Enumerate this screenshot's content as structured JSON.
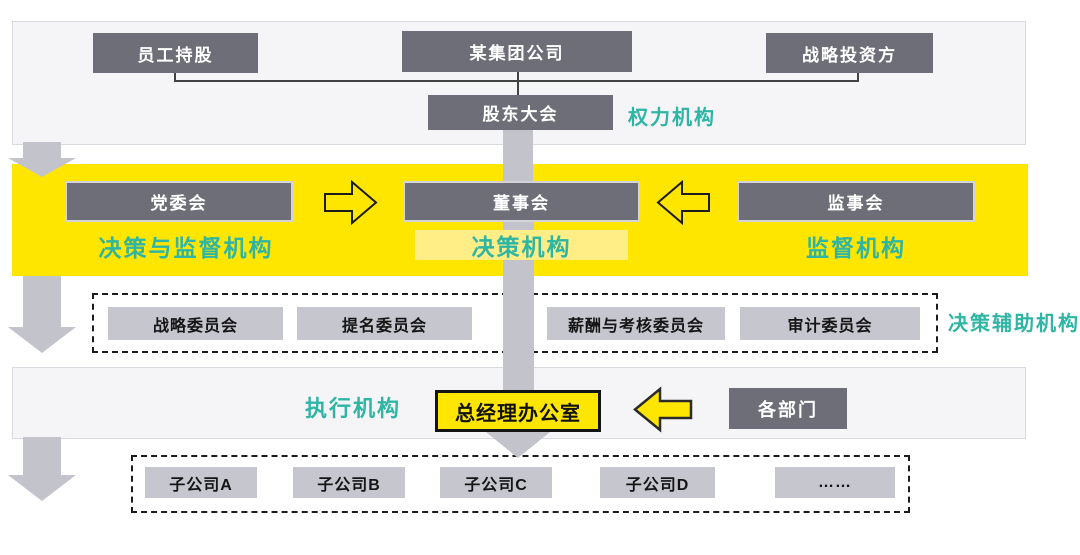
{
  "colors": {
    "dark_box": "#6e6e79",
    "light_box": "#c6c6ce",
    "band_yellow": "#ffe600",
    "pale_yellow_highlight": "#ffee85",
    "teal_label": "#2eb5a4",
    "panel_bg": "#f5f5f8",
    "panel_border": "#d9d9df",
    "connector_gray": "#c3c3cc",
    "dashed_border": "#1c1c1c"
  },
  "top_panel": {
    "owners": [
      "员工持股",
      "某集团公司",
      "战略投资方"
    ],
    "shareholders_meeting": "股东大会",
    "tag": "权力机构"
  },
  "governance_band": {
    "party_committee": "党委会",
    "board": "董事会",
    "supervisory_board": "监事会",
    "party_label": "决策与监督机构",
    "board_label": "决策机构",
    "supervisory_label": "监督机构"
  },
  "committees": {
    "items": [
      "战略委员会",
      "提名委员会",
      "薪酬与考核委员会",
      "审计委员会"
    ],
    "tag": "决策辅助机构"
  },
  "executive": {
    "tag": "执行机构",
    "gm_office": "总经理办公室",
    "departments": "各部门"
  },
  "subsidiaries": {
    "items": [
      "子公司A",
      "子公司B",
      "子公司C",
      "子公司D",
      "……"
    ]
  }
}
